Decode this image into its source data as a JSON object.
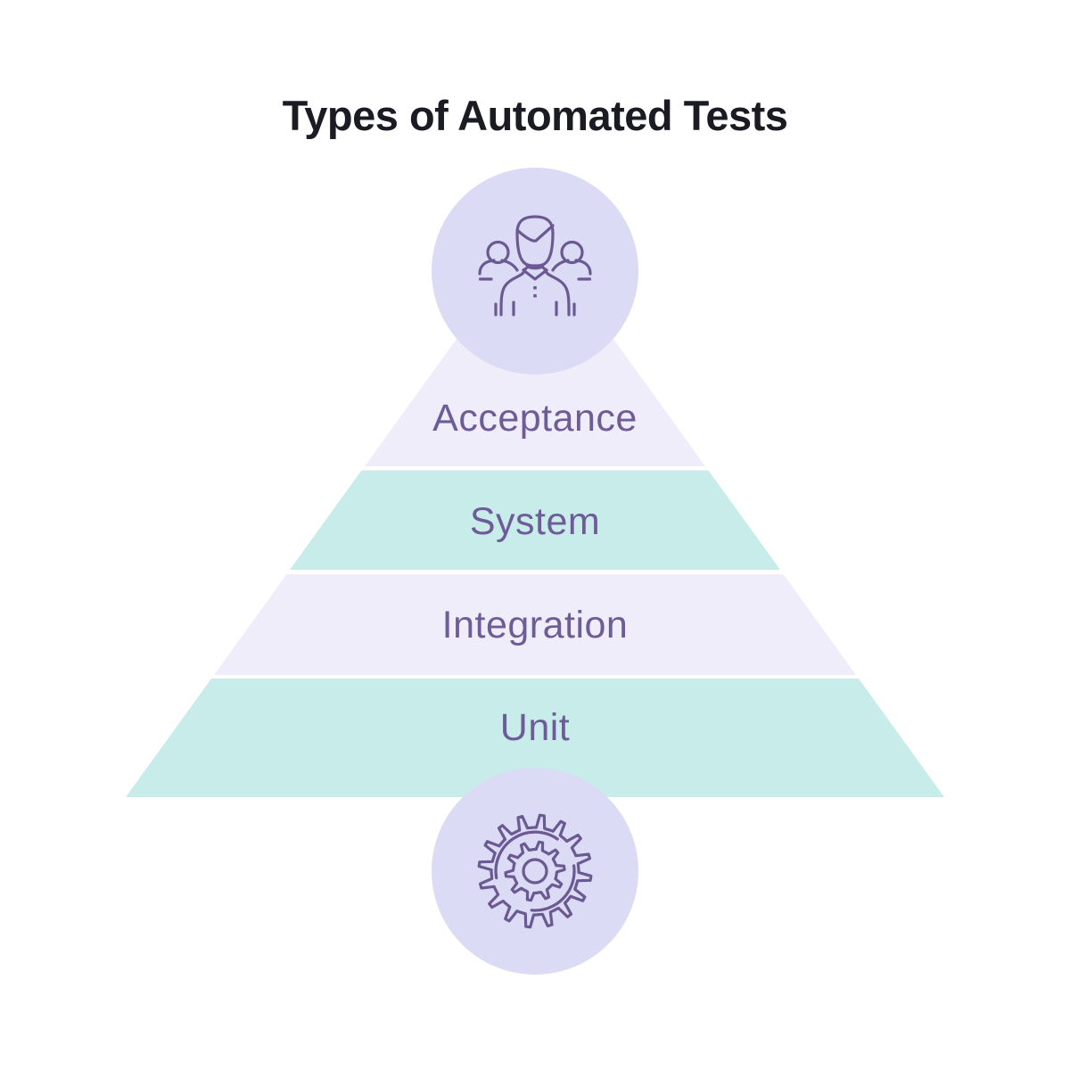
{
  "title": "Types of Automated Tests",
  "pyramid": {
    "layers": [
      {
        "label": "Acceptance",
        "color": "#eeedf9"
      },
      {
        "label": "System",
        "color": "#c7ecea"
      },
      {
        "label": "Integration",
        "color": "#eeedf9"
      },
      {
        "label": "Unit",
        "color": "#c7ecea"
      }
    ]
  },
  "icons": {
    "top": "team-icon",
    "bottom": "gear-icon"
  },
  "colors": {
    "background": "#ffffff",
    "circle_fill": "#dcdbf6",
    "layer_lavender": "#eeedf9",
    "layer_teal": "#c7ecea",
    "label_text": "#6d5c97",
    "title_text": "#1b1b24",
    "icon_stroke": "#6b5a92"
  }
}
